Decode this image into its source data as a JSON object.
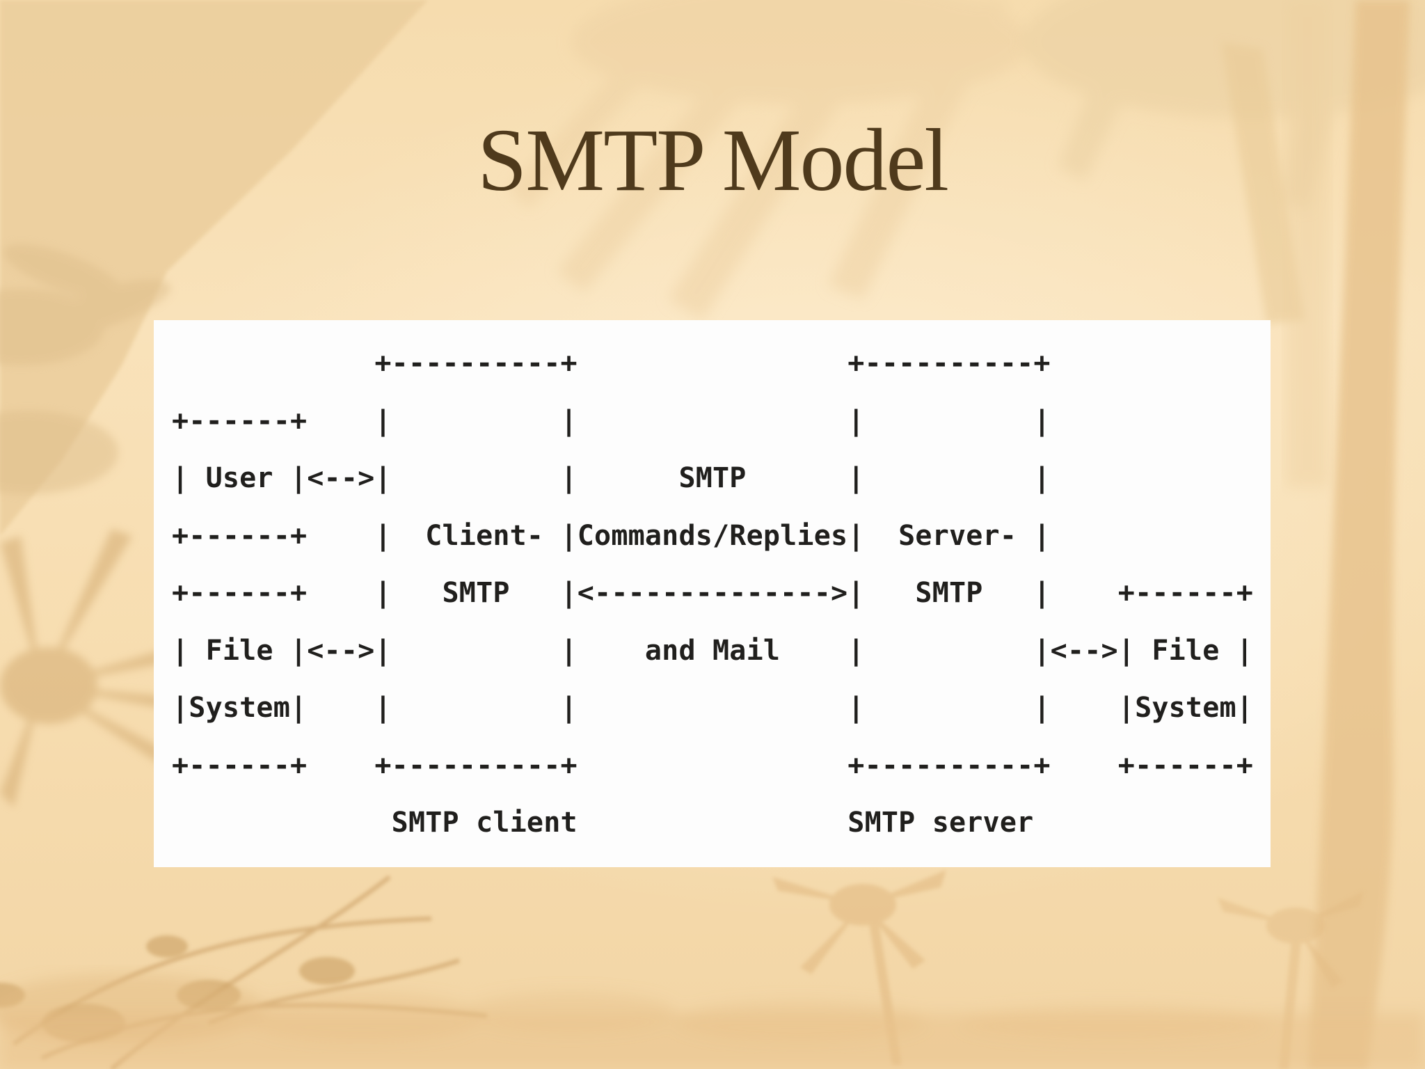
{
  "slide": {
    "title": "SMTP Model"
  },
  "diagram": {
    "ascii": "            +----------+                +----------+\n+------+    |          |                |          |\n| User |<-->|          |      SMTP      |          |\n+------+    |  Client- |Commands/Replies|  Server- |\n+------+    |   SMTP   |<-------------->|   SMTP   |    +------+\n| File |<-->|          |    and Mail    |          |<-->| File |\n|System|    |          |                |          |    |System|\n+------+    +----------+                +----------+    +------+\n             SMTP client                SMTP server",
    "entities": [
      "User",
      "File System",
      "Client-SMTP",
      "Server-SMTP",
      "File System"
    ],
    "connection_labels": [
      "SMTP",
      "Commands/Replies",
      "and Mail"
    ],
    "captions": [
      "SMTP client",
      "SMTP server"
    ]
  },
  "colors": {
    "background": "#f7ddb1",
    "panel": "#fdfdfd",
    "title_text": "#4f3a1c",
    "diagram_text": "#201f1d",
    "silhouette": "#ddb981"
  }
}
